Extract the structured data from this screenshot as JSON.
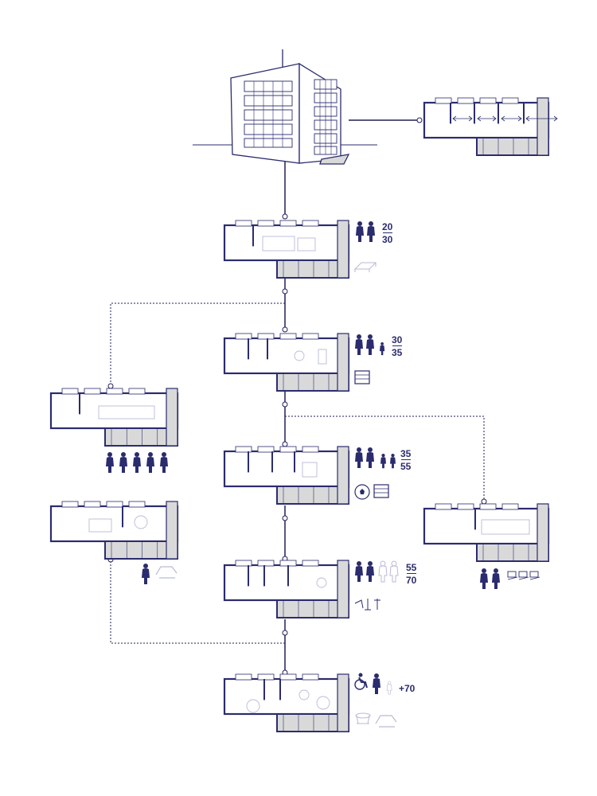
{
  "colors": {
    "ink": "#2b2c6e",
    "fill": "#d9d9d9",
    "light": "#b9bad6",
    "line": "#1f2054"
  },
  "age_labels": {
    "stage1": {
      "from": "20",
      "to": "30"
    },
    "stage2": {
      "from": "30",
      "to": "35"
    },
    "stage3": {
      "from": "35",
      "to": "55"
    },
    "stage4": {
      "from": "55",
      "to": "70"
    },
    "stage5": {
      "value": "+70"
    }
  },
  "icons": {
    "stage1": [
      "couple-icon",
      "bed-icon"
    ],
    "stage2": [
      "couple-with-child-icon",
      "crib-icon"
    ],
    "stage3": [
      "family-icon",
      "football-icon",
      "drawer-icon"
    ],
    "stage4": [
      "family-with-elders-icon",
      "exercise-equipment-icon"
    ],
    "stage5": [
      "wheelchair-icon",
      "elderly-person-icon",
      "rocking-chair-icon"
    ],
    "coworking": [
      "five-people-icon"
    ],
    "single_adult": [
      "person-icon",
      "lounge-chair-icon"
    ],
    "office": [
      "two-people-icon",
      "computer-desks-icon"
    ]
  }
}
